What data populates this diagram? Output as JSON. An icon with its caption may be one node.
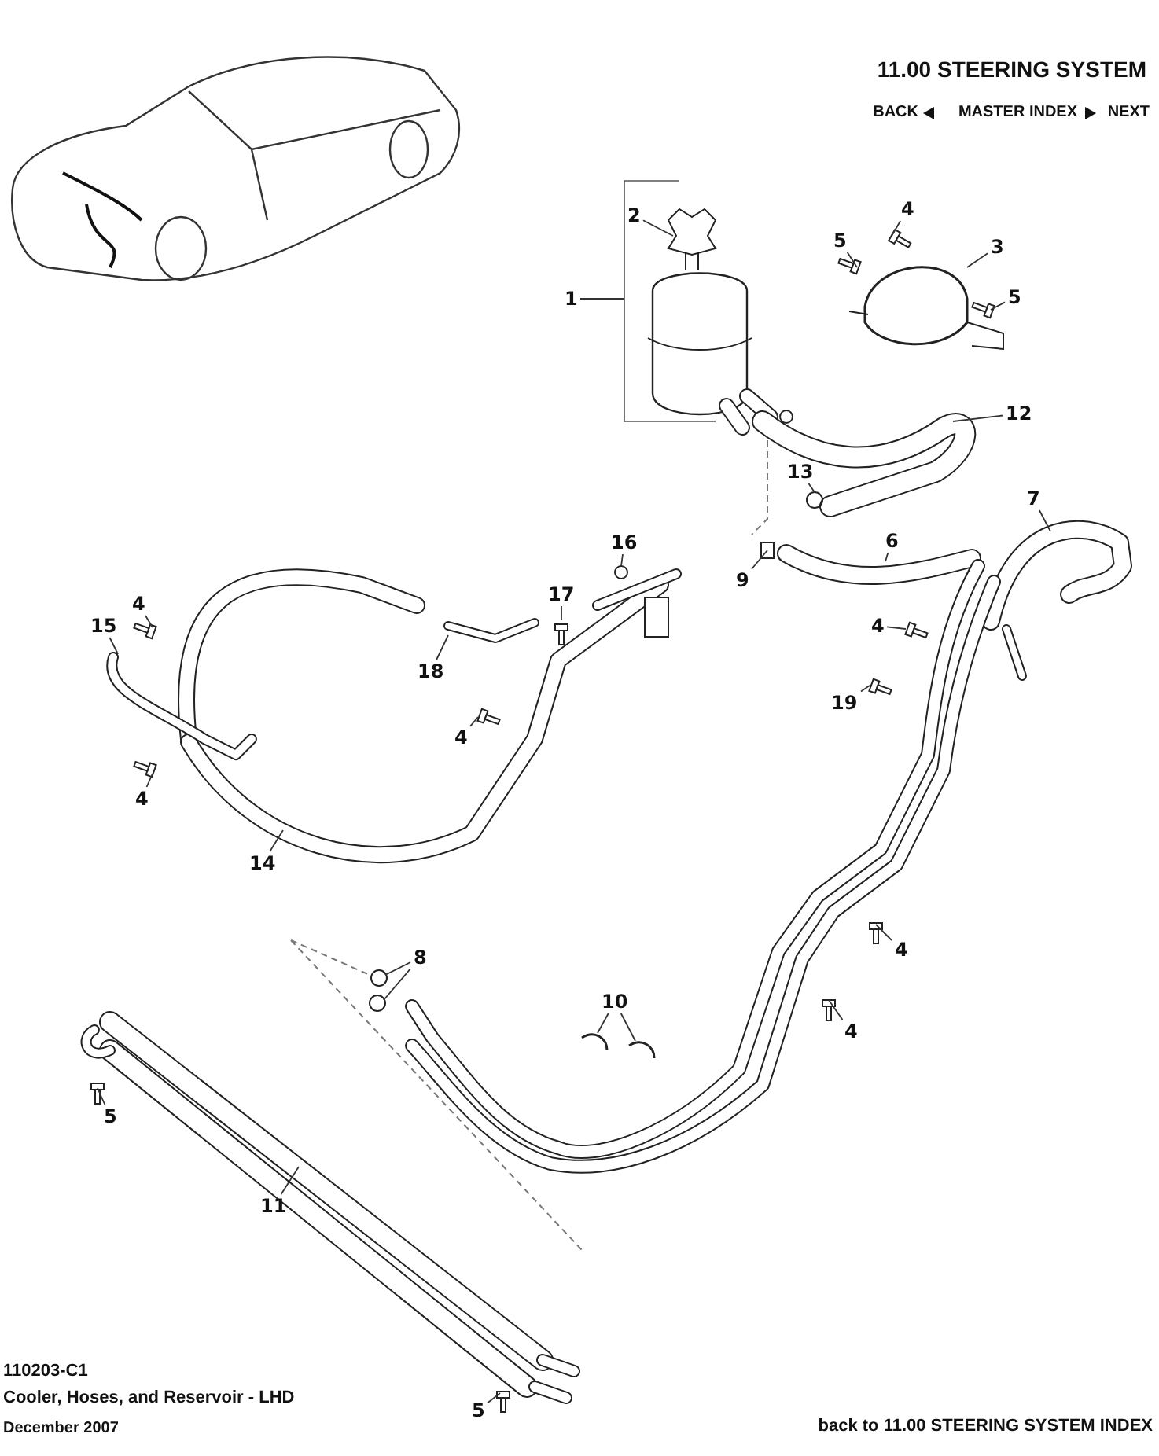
{
  "diagram": {
    "nodes": [
      {
        "text": [
          "1"
        ]
      },
      {
        "text": [
          "2"
        ]
      },
      {
        "text": [
          "4"
        ]
      },
      {
        "text": [
          "3"
        ]
      },
      {
        "text": [
          "5"
        ]
      },
      {
        "text": [
          "5"
        ]
      },
      {
        "text": [
          "12"
        ]
      },
      {
        "text": [
          "13"
        ]
      },
      {
        "text": [
          "7"
        ]
      },
      {
        "text": [
          "6"
        ]
      },
      {
        "text": [
          "16"
        ]
      },
      {
        "text": [
          "9"
        ]
      },
      {
        "text": [
          "17"
        ]
      },
      {
        "text": [
          "4"
        ]
      },
      {
        "text": [
          "15"
        ]
      },
      {
        "text": [
          "4"
        ]
      },
      {
        "text": [
          "18"
        ]
      },
      {
        "text": [
          "19"
        ]
      },
      {
        "text": [
          "4"
        ]
      },
      {
        "text": [
          "4"
        ]
      },
      {
        "text": [
          "14"
        ]
      },
      {
        "text": [
          "4"
        ]
      },
      {
        "text": [
          "8"
        ]
      },
      {
        "text": [
          "10"
        ]
      },
      {
        "text": [
          "4"
        ]
      },
      {
        "text": [
          "5"
        ]
      },
      {
        "text": [
          "11"
        ]
      },
      {
        "text": [
          "5"
        ]
      }
    ],
    "edges": [
      {
        "from": 0,
        "to": null,
        "arrow": "none"
      },
      {
        "from": 1,
        "to": null,
        "arrow": "none"
      },
      {
        "from": 2,
        "to": null,
        "arrow": "none"
      },
      {
        "from": 3,
        "to": null,
        "arrow": "none"
      },
      {
        "from": 4,
        "to": null,
        "arrow": "none"
      },
      {
        "from": 5,
        "to": null,
        "arrow": "none"
      },
      {
        "from": 6,
        "to": null,
        "arrow": "none"
      },
      {
        "from": 7,
        "to": null,
        "arrow": "none"
      },
      {
        "from": 8,
        "to": null,
        "arrow": "none"
      },
      {
        "from": 9,
        "to": null,
        "arrow": "none"
      },
      {
        "from": 10,
        "to": null,
        "arrow": "none"
      },
      {
        "from": 11,
        "to": null,
        "arrow": "none"
      },
      {
        "from": 12,
        "to": null,
        "arrow": "none"
      },
      {
        "from": 13,
        "to": null,
        "arrow": "none"
      },
      {
        "from": 14,
        "to": null,
        "arrow": "none"
      },
      {
        "from": 15,
        "to": null,
        "arrow": "none"
      },
      {
        "from": 16,
        "to": null,
        "arrow": "none"
      },
      {
        "from": 17,
        "to": null,
        "arrow": "none"
      },
      {
        "from": 18,
        "to": null,
        "arrow": "none"
      },
      {
        "from": 19,
        "to": null,
        "arrow": "none"
      },
      {
        "from": 20,
        "to": null,
        "arrow": "none"
      },
      {
        "from": 21,
        "to": null,
        "arrow": "none"
      },
      {
        "from": 22,
        "to": null,
        "arrow": "none"
      },
      {
        "from": 22,
        "to": null,
        "arrow": "none"
      },
      {
        "from": 23,
        "to": null,
        "arrow": "none"
      },
      {
        "from": 23,
        "to": null,
        "arrow": "none"
      },
      {
        "from": 24,
        "to": null,
        "arrow": "none"
      },
      {
        "from": 25,
        "to": null,
        "arrow": "none"
      },
      {
        "from": 26,
        "to": null,
        "arrow": "none"
      },
      {
        "from": 27,
        "to": null,
        "arrow": "none"
      }
    ],
    "labels": [
      "11.00 STEERING SYSTEM",
      "BACK",
      "MASTER INDEX",
      "NEXT",
      "110203-C1",
      "Cooler, Hoses, and Reservoir - LHD",
      "December 2007",
      "back to 11.00 STEERING SYSTEM INDEX"
    ]
  }
}
